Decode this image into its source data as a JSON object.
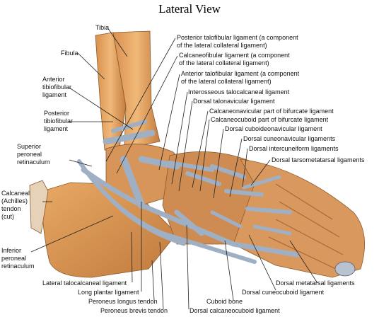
{
  "title": "Lateral View",
  "labels": {
    "tibia": "Tibia",
    "fibula": "Fibula",
    "ant_tibiofibular_1": "Anterior",
    "ant_tibiofibular_2": "tibiofibular",
    "ant_tibiofibular_3": "ligament",
    "post_tibiofibular_1": "Posterior",
    "post_tibiofibular_2": "tibiofibular",
    "post_tibiofibular_3": "ligament",
    "sup_peroneal_1": "Superior",
    "sup_peroneal_2": "peroneal",
    "sup_peroneal_3": "retinaculum",
    "achilles_1": "Calcaneal",
    "achilles_2": "(Achilles)",
    "achilles_3": "tendon",
    "achilles_4": "(cut)",
    "inf_peroneal_1": "Inferior",
    "inf_peroneal_2": "peroneal",
    "inf_peroneal_3": "retinaculum",
    "post_talofibular_1": "Posterior talofibular ligament (a component",
    "post_talofibular_2": "of the lateral collateral ligament)",
    "calcaneofibular_1": "Calcaneofibular ligament (a component",
    "calcaneofibular_2": "of the lateral collateral ligament)",
    "ant_talofibular_1": "Anterior talofibular ligament (a component",
    "ant_talofibular_2": "of the lateral collateral ligament)",
    "interosseous": "Interosseous talocalcaneal ligament",
    "dorsal_talonavicular": "Dorsal talonavicular ligament",
    "calcaneonavicular": "Calcaneonavicular part of bifurcate ligament",
    "calcaneocuboid_bif": "Calcaneocuboid part of bifurcate ligament",
    "dorsal_cuboideonavicular": "Dorsal cuboideonavicular ligament",
    "dorsal_cuneonavicular": "Dorsal cuneonavicular ligaments",
    "dorsal_intercuneiform": "Dorsal intercuneiform ligaments",
    "dorsal_tarsometatarsal": "Dorsal tarsometatarsal ligaments",
    "dorsal_metatarsal": "Dorsal metatarsal ligaments",
    "dorsal_cuneocuboid": "Dorsal cuneocuboid ligament",
    "cuboid_bone": "Cuboid bone",
    "dorsal_calcaneocuboid": "Dorsal calcaneocuboid ligament",
    "peroneus_brevis": "Peroneus brevis tendon",
    "peroneus_longus": "Peroneus longus tendon",
    "long_plantar": "Long plantar ligament",
    "lat_talocalcaneal": "Lateral talocalcaneal ligament"
  }
}
